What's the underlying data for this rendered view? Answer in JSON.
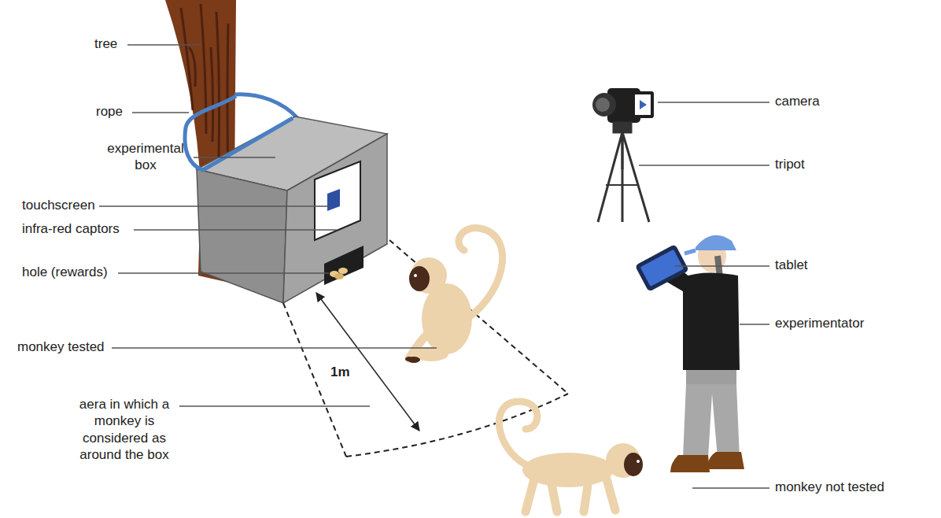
{
  "diagram": {
    "labels": [
      "tree",
      "rope",
      "experimental box",
      "touchscreen",
      "infra-red captors",
      "hole (rewards)",
      "monkey tested",
      "1m",
      "aera in which a monkey is considered as around the box",
      "camera",
      "tripot",
      "tablet",
      "experimentator",
      "monkey not tested"
    ]
  }
}
